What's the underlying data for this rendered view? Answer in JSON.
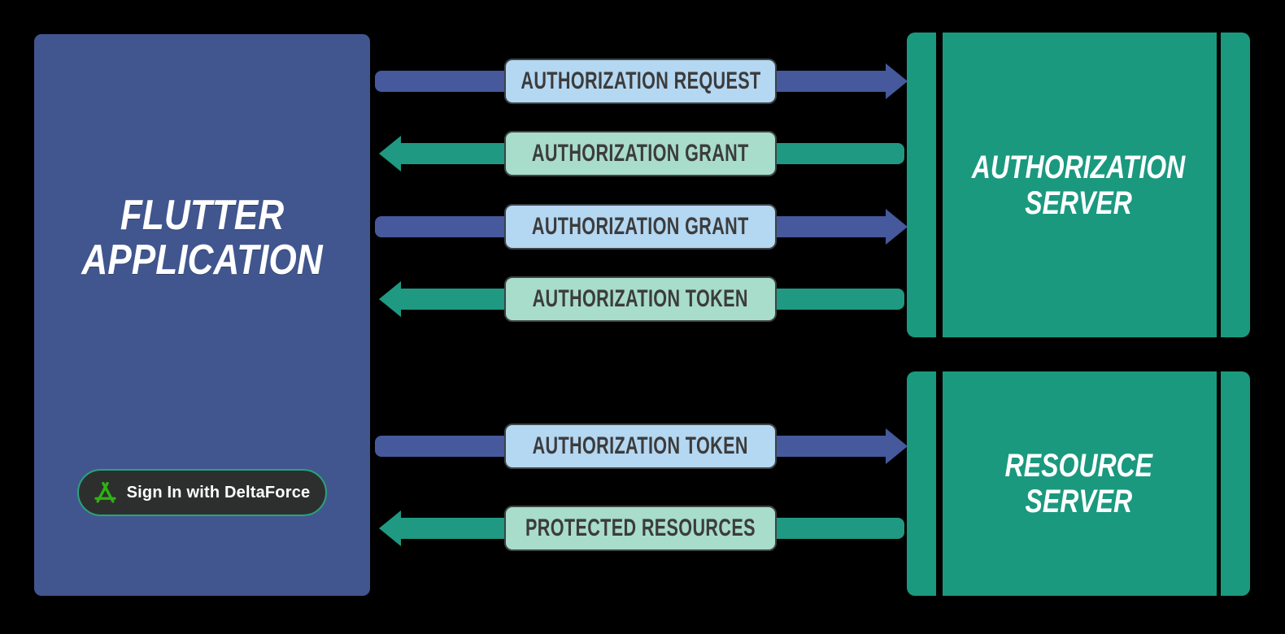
{
  "app": {
    "title_line1": "FLUTTER",
    "title_line2": "APPLICATION",
    "signin_label": "Sign In with DeltaForce",
    "signin_icon": "delta-triangle-icon"
  },
  "servers": [
    {
      "id": "authorization-server",
      "title_line1": "AUTHORIZATION",
      "title_line2": "SERVER"
    },
    {
      "id": "resource-server",
      "title_line1": "RESOURCE",
      "title_line2": "SERVER"
    }
  ],
  "flows": [
    {
      "label": "AUTHORIZATION REQUEST",
      "direction": "right",
      "from": "flutter-application",
      "to": "authorization-server"
    },
    {
      "label": "AUTHORIZATION GRANT",
      "direction": "left",
      "from": "authorization-server",
      "to": "flutter-application"
    },
    {
      "label": "AUTHORIZATION GRANT",
      "direction": "right",
      "from": "flutter-application",
      "to": "authorization-server"
    },
    {
      "label": "AUTHORIZATION TOKEN",
      "direction": "left",
      "from": "authorization-server",
      "to": "flutter-application"
    },
    {
      "label": "AUTHORIZATION TOKEN",
      "direction": "right",
      "from": "flutter-application",
      "to": "resource-server"
    },
    {
      "label": "PROTECTED RESOURCES",
      "direction": "left",
      "from": "resource-server",
      "to": "flutter-application"
    }
  ],
  "colors": {
    "background": "#000000",
    "app_box_blue": "#41568E",
    "arrow_blue": "#45599C",
    "arrow_teal": "#1F9981",
    "server_teal": "#1A997E",
    "label_blue_bg": "#B4D7F2",
    "label_mint_bg": "#A8DCCB",
    "label_outline": "#3E4446",
    "label_text": "#3C3C3C",
    "button_bg": "#2D2F2E",
    "button_border": "#2AA37C",
    "icon_green": "#2DB411",
    "title_text": "#FFFFFF"
  }
}
